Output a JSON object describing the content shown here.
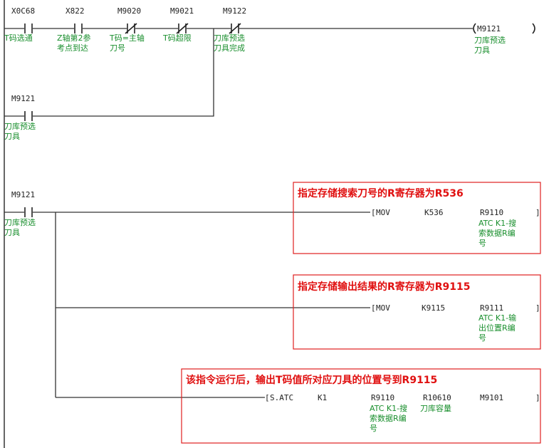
{
  "rung1": {
    "contacts": [
      {
        "addr": "X0C68",
        "c1": "T码选通",
        "c2": "",
        "nc": false
      },
      {
        "addr": "X822",
        "c1": "Z轴第2参",
        "c2": "考点到达",
        "nc": false
      },
      {
        "addr": "M9020",
        "c1": "T码=主轴",
        "c2": "刀号",
        "nc": true
      },
      {
        "addr": "M9021",
        "c1": "T码超限",
        "c2": "",
        "nc": true
      },
      {
        "addr": "M9122",
        "c1": "刀库预选",
        "c2": "刀具完成",
        "nc": true
      }
    ],
    "coil": {
      "addr": "M9121",
      "c1": "刀库预选",
      "c2": "刀具"
    },
    "hold": {
      "addr": "M9121",
      "c1": "刀库预选",
      "c2": "刀具"
    }
  },
  "rung2": {
    "contact": {
      "addr": "M9121",
      "c1": "刀库预选",
      "c2": "刀具"
    },
    "instructions": [
      {
        "op": "MOV",
        "a": "K536",
        "b": "R9110",
        "c1": "ATC K1-搜",
        "c2": "索数据R编",
        "c3": "号",
        "note": "指定存储搜索刀号的R寄存器为R536"
      },
      {
        "op": "MOV",
        "a": "K9115",
        "b": "R9111",
        "c1": "ATC K1-输",
        "c2": "出位置R编",
        "c3": "号",
        "note": "指定存储输出结果的R寄存器为R9115"
      }
    ],
    "atc": {
      "op": "S.ATC",
      "k": "K1",
      "r1": "R9110",
      "r2": "R10610",
      "m": "M9101",
      "r1c1": "ATC K1-搜",
      "r1c2": "索数据R编",
      "r1c3": "号",
      "r2c1": "刀库容量",
      "note": "该指令运行后，输出T码值所对应刀具的位置号到R9115"
    }
  }
}
